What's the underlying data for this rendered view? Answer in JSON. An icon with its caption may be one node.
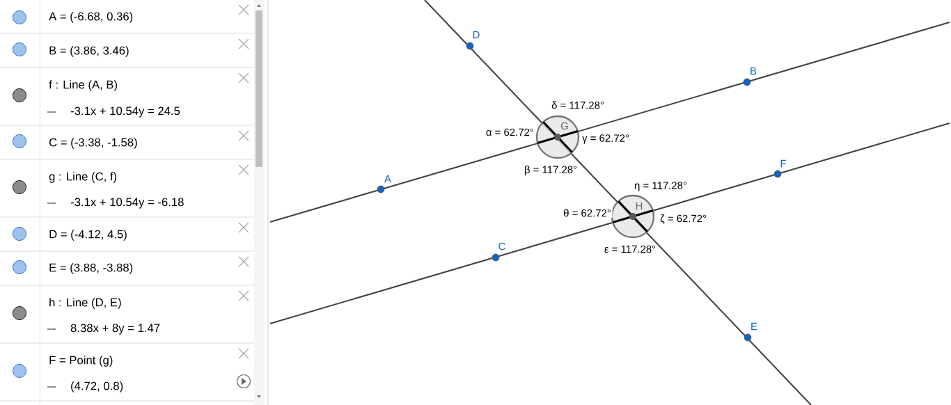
{
  "diagram": {
    "labels": [
      "A = (-6.68, 0.36)",
      "B = (3.86, 3.46)",
      "f : Line (A, B)",
      "-3.1x + 10.54y = 24.5",
      "C = (-3.38, -1.58)",
      "g : Line (C, f)",
      "-3.1x + 10.54y = -6.18",
      "D = (-4.12, 4.5)",
      "E = (3.88, -3.88)",
      "h : Line (D, E)",
      "8.38x + 8y = 1.47",
      "F = Point (g)",
      "(4.72, 0.8)",
      "D",
      "B",
      "δ = 117.28°",
      "α = 62.72°",
      "G",
      "γ = 62.72°",
      "β = 117.28°",
      "A",
      "F",
      "η = 117.28°",
      "θ = 62.72°",
      "H",
      "ζ = 62.72°",
      "C",
      "ε = 117.28°",
      "E"
    ]
  }
}
